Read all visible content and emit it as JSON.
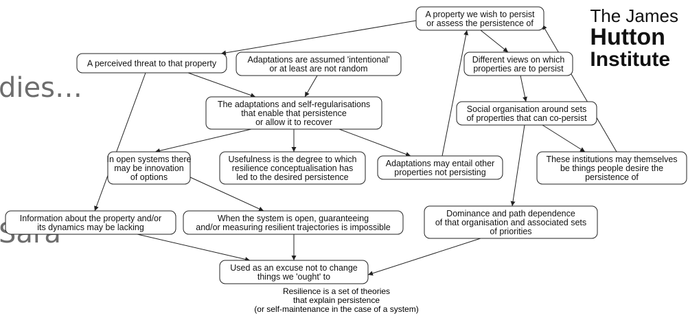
{
  "background": {
    "fragment_1": "dies…",
    "fragment_2": "Sara"
  },
  "logo": {
    "line1": "The James",
    "line2": "Hutton",
    "line3": "Institute"
  },
  "nodes": {
    "property_persist": [
      "A property we wish to persist",
      "or assess the persistence of"
    ],
    "perceived_threat": [
      "A perceived threat to that property"
    ],
    "adaptations_intentional": [
      "Adaptations are assumed 'intentional'",
      "or at least are not random"
    ],
    "different_views": [
      "Different views on which",
      "properties are to persist"
    ],
    "adaptations_self_reg": [
      "The adaptations and self-regularisations",
      "that enable that persistence",
      "or allow it to recover"
    ],
    "social_organisation": [
      "Social organisation around sets",
      "of properties that can co-persist"
    ],
    "open_systems": [
      "In open systems there",
      "may be innovation",
      "of options"
    ],
    "usefulness": [
      "Usefulness is the degree to which",
      "resilience conceptualisation has",
      "led to the desired persistence"
    ],
    "adaptations_entail": [
      "Adaptations may entail other",
      "properties not persisting"
    ],
    "institutions": [
      "These institutions may themselves",
      "be things people desire the",
      "persistence of"
    ],
    "information_lacking": [
      "Information about the property and/or",
      "its dynamics may be lacking"
    ],
    "system_open": [
      "When the system is open, guaranteeing",
      "and/or measuring resilient trajectories is impossible"
    ],
    "dominance": [
      "Dominance and path dependence",
      "of that organisation and associated sets",
      "of priorities"
    ],
    "excuse": [
      "Used as an excuse not to change",
      "things we 'ought' to"
    ]
  },
  "caption": [
    "Resilience is a set of theories",
    "that explain persistence",
    "(or self-maintenance in the case of a system)"
  ]
}
